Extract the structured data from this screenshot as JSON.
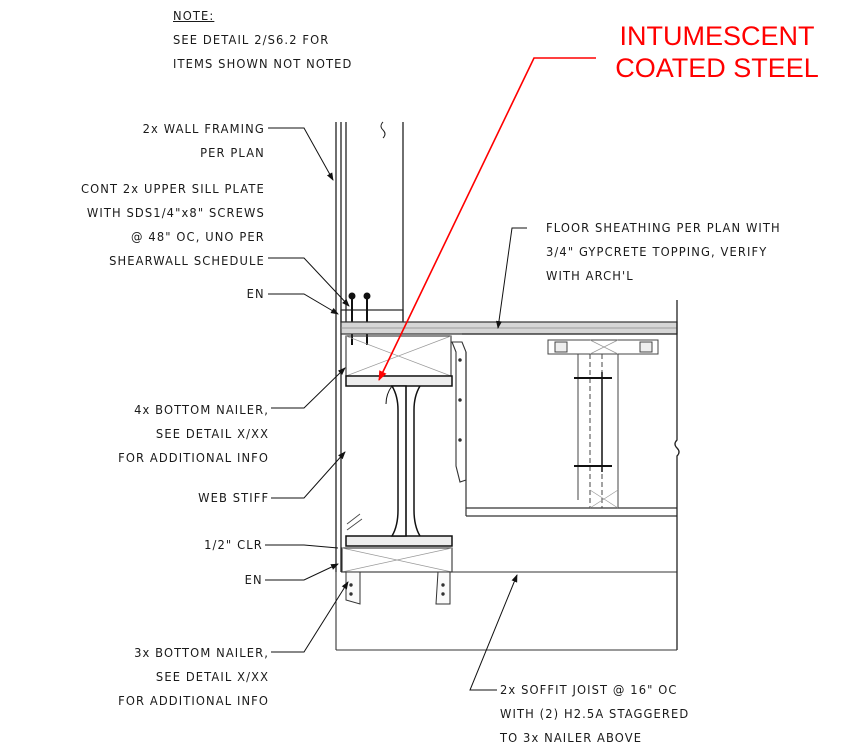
{
  "note": {
    "title": "NOTE:",
    "lines": [
      "SEE DETAIL 2/S6.2 FOR",
      "ITEMS SHOWN NOT NOTED"
    ]
  },
  "callout": {
    "lines": [
      "INTUMESCENT",
      "COATED STEEL"
    ],
    "color": "#ff0000"
  },
  "labels": {
    "wall_framing": [
      "2x WALL FRAMING",
      "PER PLAN"
    ],
    "sill_plate": [
      "CONT 2x UPPER SILL PLATE",
      "WITH SDS1/4\"x8\" SCREWS",
      "@ 48\" OC, UNO PER",
      "SHEARWALL SCHEDULE"
    ],
    "en_top": "EN",
    "bottom_nailer_4x": [
      "4x BOTTOM NAILER,",
      "SEE DETAIL X/XX",
      "FOR ADDITIONAL INFO"
    ],
    "web_stiff": "WEB STIFF",
    "clr": "1/2\" CLR",
    "en_bottom": "EN",
    "bottom_nailer_3x": [
      "3x BOTTOM NAILER,",
      "SEE DETAIL X/XX",
      "FOR ADDITIONAL INFO"
    ],
    "floor_sheathing": [
      "FLOOR SHEATHING PER PLAN WITH",
      "3/4\" GYPCRETE TOPPING, VERIFY",
      "WITH ARCH'L"
    ],
    "soffit_joist": [
      "2x SOFFIT JOIST @ 16\" OC",
      "WITH (2) H2.5A STAGGERED",
      "TO 3x NAILER ABOVE"
    ]
  }
}
